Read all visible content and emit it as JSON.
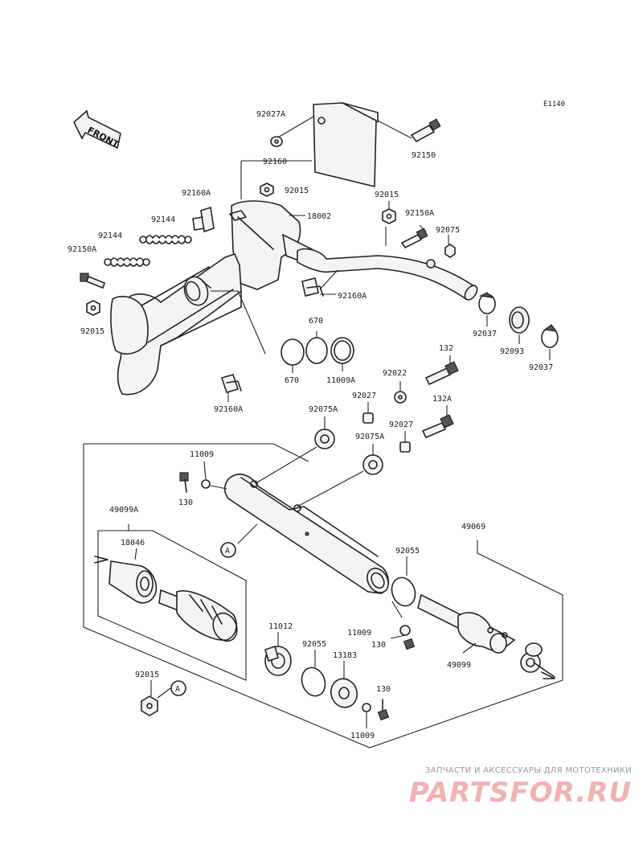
{
  "diagram_code": "E1140",
  "front_label": "FRONT",
  "callouts": {
    "c92027A": "92027A",
    "c92160": "92160",
    "c92150_top": "92150",
    "c92160A_1": "92160A",
    "c92015_a": "92015",
    "c18002": "18002",
    "c92015_b": "92015",
    "c92150A_r": "92150A",
    "c92075": "92075",
    "c92144_a": "92144",
    "c92144_b": "92144",
    "c92150A_l": "92150A",
    "c92015_c": "92015",
    "c92160A_2": "92160A",
    "c670_a": "670",
    "c670_b": "670",
    "c11009A": "11009A",
    "c92037_a": "92037",
    "c92093": "92093",
    "c92037_b": "92037",
    "c132": "132",
    "c92022": "92022",
    "c92027_a": "92027",
    "c132A": "132A",
    "c92160A_3": "92160A",
    "c92075A_a": "92075A",
    "c92027_b": "92027",
    "c92075A_b": "92075A",
    "c11009_a": "11009",
    "c130_a": "130",
    "c49099A": "49099A",
    "c18046": "18046",
    "c49069": "49069",
    "c92055_a": "92055",
    "cA_1": "A",
    "c11012": "11012",
    "c92055_b": "92055",
    "c13183": "13183",
    "c11009_b": "11009",
    "c130_b": "130",
    "c49099": "49099",
    "c92015_d": "92015",
    "cA_2": "A",
    "c130_c": "130",
    "c11009_c": "11009"
  },
  "watermark": {
    "tagline": "ЗАПЧАСТИ И АКСЕССУАРЫ ДЛЯ МОТОТЕХНИКИ",
    "logo": "PARTSFOR.RU"
  }
}
